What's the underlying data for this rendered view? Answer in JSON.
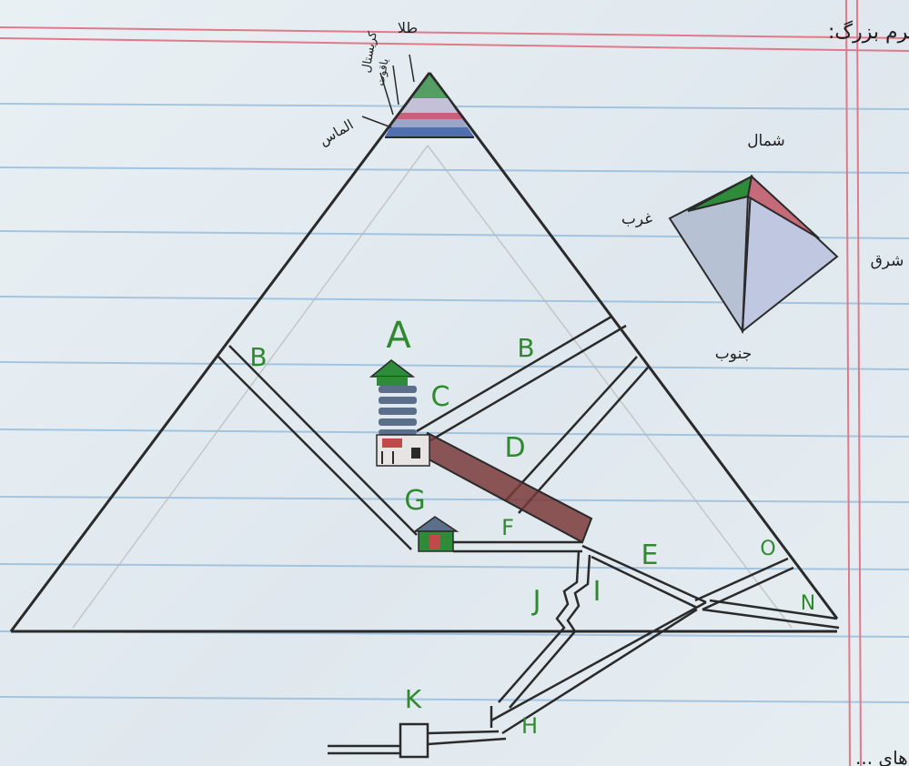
{
  "title": "مقطع قائم هرم بزرگ:",
  "top_labels": [
    "طلا",
    "کریستال",
    "یاقوت",
    "الماس"
  ],
  "compass": {
    "north": "شمال",
    "west": "غرب",
    "east": "شرق",
    "south": "جنوب"
  },
  "letters": {
    "A": "A",
    "B_left": "B",
    "B_right": "B",
    "C": "C",
    "D": "D",
    "E": "E",
    "F": "F",
    "G": "G",
    "I": "I",
    "J": "J",
    "K": "K",
    "H": "H",
    "O": "O",
    "N": "N"
  },
  "legend_partial": "N= دریاهای ...",
  "colors": {
    "ruled_line": "#8fb7d9",
    "margin_line": "#e07a8a",
    "ink": "#2a2a2a",
    "label_green": "#2f8a2f",
    "shaft_red": "#7a3a3a",
    "roof_green": "#2e8b3a",
    "stack_blue": "#5c6f8a"
  }
}
